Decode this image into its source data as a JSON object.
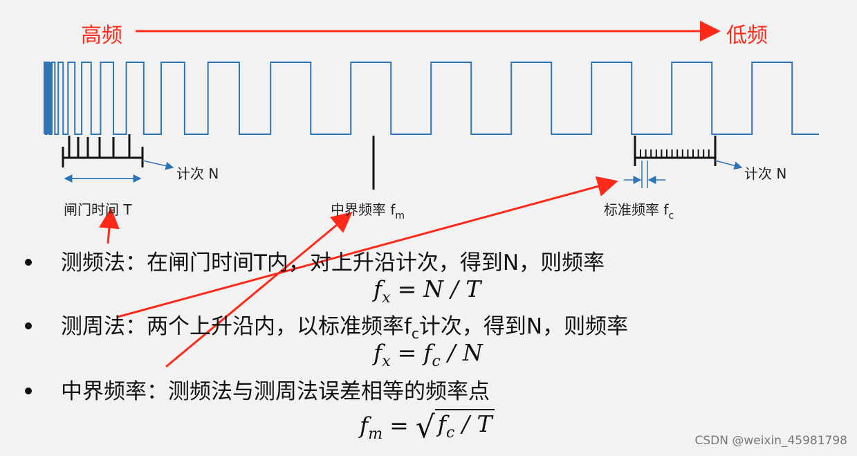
{
  "labels": {
    "high_freq": "高频",
    "low_freq": "低频",
    "count_n_left": "计次 N",
    "count_n_right": "计次 N",
    "gate_time": "闸门时间 T",
    "mid_freq_prefix": "中界频率 f",
    "mid_freq_sub": "m",
    "std_freq_prefix": "标准频率 f",
    "std_freq_sub": "c"
  },
  "bullets": [
    {
      "text_a": "测频法：在闸门时间T内，对上升沿计次，得到N，则频率",
      "text_b": "",
      "sub": ""
    },
    {
      "text_a": "测周法：两个上升沿内，以标准频率f",
      "sub": "c",
      "text_b": "计次，得到N，则频率"
    },
    {
      "text_a": "中界频率：测频法与测周法误差相等的频率点",
      "text_b": "",
      "sub": ""
    }
  ],
  "formulas": {
    "f1": {
      "lhs": "f",
      "lhs_sub": "x",
      "eq": "=",
      "rhs": "N / T"
    },
    "f2": {
      "lhs": "f",
      "lhs_sub": "x",
      "eq": "=",
      "rhs_a": "f",
      "rhs_sub": "c",
      "rhs_b": " / N"
    },
    "f3": {
      "lhs": "f",
      "lhs_sub": "m",
      "eq": "=",
      "rad_a": "f",
      "rad_sub": "c",
      "rad_b": " / T"
    }
  },
  "watermark": "CSDN @weixin_45981798",
  "colors": {
    "signal": "#2e75b6",
    "arrow_red": "#ff2a1a",
    "marker": "#111111"
  }
}
